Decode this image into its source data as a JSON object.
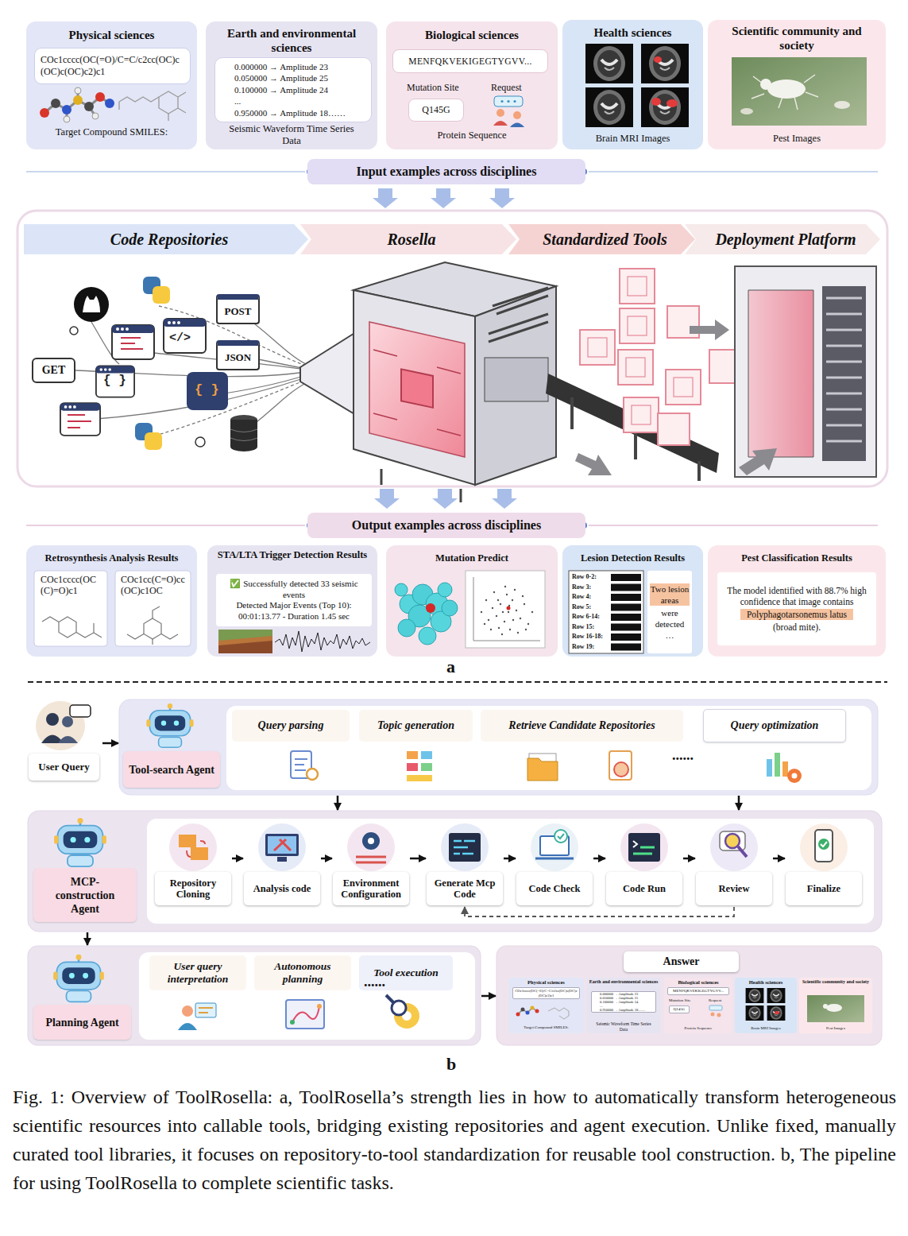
{
  "diagram": {
    "caption": "Fig. 1: Overview of ToolRosella: a, ToolRosella’s strength lies in how to automatically transform heterogeneous scientific resources into callable tools, bridging existing repositories and agent execution. Unlike fixed, manually curated tool libraries, it focuses on repository-to-tool standardization for reusable tool construction. b, The pipeline for using ToolRosella to complete scientific tasks.",
    "nodes": [
      {
        "text": [
          "Physical sciences",
          "Target Compound SMILES:"
        ]
      },
      {
        "text": [
          "COc1cccc(OC(=O)/C=C/c2cc(OC)c(OC)c(OC)c2)c1"
        ],
        "in": 0
      },
      {
        "text": [
          "Earth and environmental sciences",
          "Seismic Waveform Time Series Data"
        ]
      },
      {
        "text": [
          "0.000000 → Amplitude 23",
          "0.050000 → Amplitude 25",
          "0.100000 → Amplitude 24",
          "...",
          "0.950000 → Amplitude 18……"
        ],
        "in": 2
      },
      {
        "text": [
          "Biological sciences",
          "Mutation Site",
          "Request",
          "Protein Sequence"
        ]
      },
      {
        "text": [
          "MENFQKVEKIGEGTYGVV..."
        ],
        "in": 4
      },
      {
        "text": [
          "Q145G"
        ],
        "in": 4
      },
      {
        "text": [
          "Health sciences",
          "Brain MRI Images"
        ]
      },
      {
        "text": [
          "Scientific community and society",
          "Pest Images"
        ]
      },
      {
        "text": [
          "Input examples across disciplines"
        ]
      },
      {
        "text": [
          "Code Repositories"
        ]
      },
      {
        "text": [
          "Rosella"
        ]
      },
      {
        "text": [
          "Standardized Tools"
        ]
      },
      {
        "text": [
          "Deployment Platform"
        ]
      },
      {
        "text": [
          "GET"
        ]
      },
      {
        "text": [
          "POST"
        ]
      },
      {
        "text": [
          "JSON"
        ]
      },
      {
        "text": [
          "Output examples across disciplines"
        ]
      },
      {
        "text": [
          "Retrosynthesis Analysis Results"
        ]
      },
      {
        "text": [
          "COc1cccc(OC(C)=O)c1"
        ],
        "in": 18
      },
      {
        "text": [
          "COc1cc(C=O)cc(OC)c1OC"
        ],
        "in": 18
      },
      {
        "text": [
          "STA/LTA Trigger Detection Results"
        ]
      },
      {
        "text": [
          "✅ Successfully detected 33 seismic events",
          "Detected Major Events (Top 10): 00:01:13.77 - Duration 1.45 sec"
        ],
        "in": 21
      },
      {
        "text": [
          "Mutation Predict"
        ]
      },
      {
        "text": [
          "Lesion Detection Results"
        ]
      },
      {
        "text": [
          "Row 0-2:",
          "Row 3:",
          "Row 4:",
          "Row 5:",
          "Row 6-14:",
          "Row 15:",
          "Row 16-18:",
          "Row 19:"
        ],
        "in": 24
      },
      {
        "text": [
          "Two lesion areas",
          "were detected",
          "…"
        ],
        "in": 24
      },
      {
        "text": [
          "Pest Classification Results"
        ]
      },
      {
        "text": [
          "The model identified with 88.7% high confidence that image contains",
          "Polyphagotarsonemus latus",
          "(broad mite)."
        ],
        "in": 27
      },
      {
        "text": [
          "User Query"
        ]
      },
      {
        "text": [
          "Tool-search Agent"
        ]
      },
      {
        "text": [
          "Query parsing"
        ],
        "in": 30
      },
      {
        "text": [
          "Topic generation"
        ],
        "in": 30
      },
      {
        "text": [
          "Retrieve Candidate Repositories"
        ],
        "in": 30
      },
      {
        "text": [
          "Query optimization"
        ],
        "in": 30
      },
      {
        "text": [
          "MCP-construction Agent"
        ]
      },
      {
        "text": [
          "Repository Cloning"
        ],
        "in": 35
      },
      {
        "text": [
          "Analysis code"
        ],
        "in": 35
      },
      {
        "text": [
          "Environment Configuration"
        ],
        "in": 35
      },
      {
        "text": [
          "Generate Mcp Code"
        ],
        "in": 35
      },
      {
        "text": [
          "Code Check"
        ],
        "in": 35
      },
      {
        "text": [
          "Code Run"
        ],
        "in": 35
      },
      {
        "text": [
          "Review"
        ],
        "in": 35
      },
      {
        "text": [
          "Finalize"
        ],
        "in": 35
      },
      {
        "text": [
          "Planning Agent"
        ]
      },
      {
        "text": [
          "User query interpretation"
        ],
        "in": 44
      },
      {
        "text": [
          "Autonomous planning"
        ],
        "in": 44
      },
      {
        "text": [
          "Tool execution"
        ],
        "in": 44
      },
      {
        "text": [
          "Answer"
        ]
      },
      {
        "text": [
          "Physical sciences",
          "Target Compound SMILES:"
        ],
        "in": 48
      },
      {
        "text": [
          "COc1cccc(OC(=O)/C=C/c2cc(OC)c(OC)c(OC)c2)c1"
        ],
        "in": 49
      },
      {
        "text": [
          "Earth and environmental sciences",
          "Seismic Waveform Time Series Data"
        ],
        "in": 48
      },
      {
        "text": [
          "0.000000 → Amplitude 23",
          "0.050000 → Amplitude 25",
          "0.100000 → Amplitude 24",
          "...",
          "0.950000 → Amplitude 18……"
        ],
        "in": 51
      },
      {
        "text": [
          "Biological sciences",
          "Mutation Site",
          "Request",
          "Protein Sequence"
        ],
        "in": 48
      },
      {
        "text": [
          "MENFQKVEKIGEGTYGVV..."
        ],
        "in": 53
      },
      {
        "text": [
          "Q145G"
        ],
        "in": 53
      },
      {
        "text": [
          "Health sciences",
          "Brain MRI Images"
        ],
        "in": 48
      },
      {
        "text": [
          "Scientific community and society",
          "Pest Images"
        ],
        "in": 48
      }
    ],
    "edges": [
      {
        "from": 29,
        "to": 30,
        "arrow": "to"
      },
      {
        "from": 30,
        "to": 35,
        "arrow": "to"
      },
      {
        "from": 30,
        "to": 35,
        "arrow": "to"
      },
      {
        "from": 36,
        "to": 37,
        "arrow": "to"
      },
      {
        "from": 37,
        "to": 38,
        "arrow": "to"
      },
      {
        "from": 38,
        "to": 39,
        "arrow": "to"
      },
      {
        "from": 39,
        "to": 40,
        "arrow": "to"
      },
      {
        "from": 40,
        "to": 41,
        "arrow": "to"
      },
      {
        "from": 41,
        "to": 42,
        "arrow": "to"
      },
      {
        "from": 42,
        "to": 43,
        "arrow": "to"
      },
      {
        "from": 42,
        "to": 39,
        "arrow": "to"
      },
      {
        "from": 35,
        "to": 44,
        "arrow": "to"
      },
      {
        "from": 44,
        "to": 48,
        "arrow": "to"
      }
    ],
    "labels": [
      "</>",
      "{ }",
      "{ }",
      "a",
      "......",
      "......",
      "b"
    ]
  }
}
